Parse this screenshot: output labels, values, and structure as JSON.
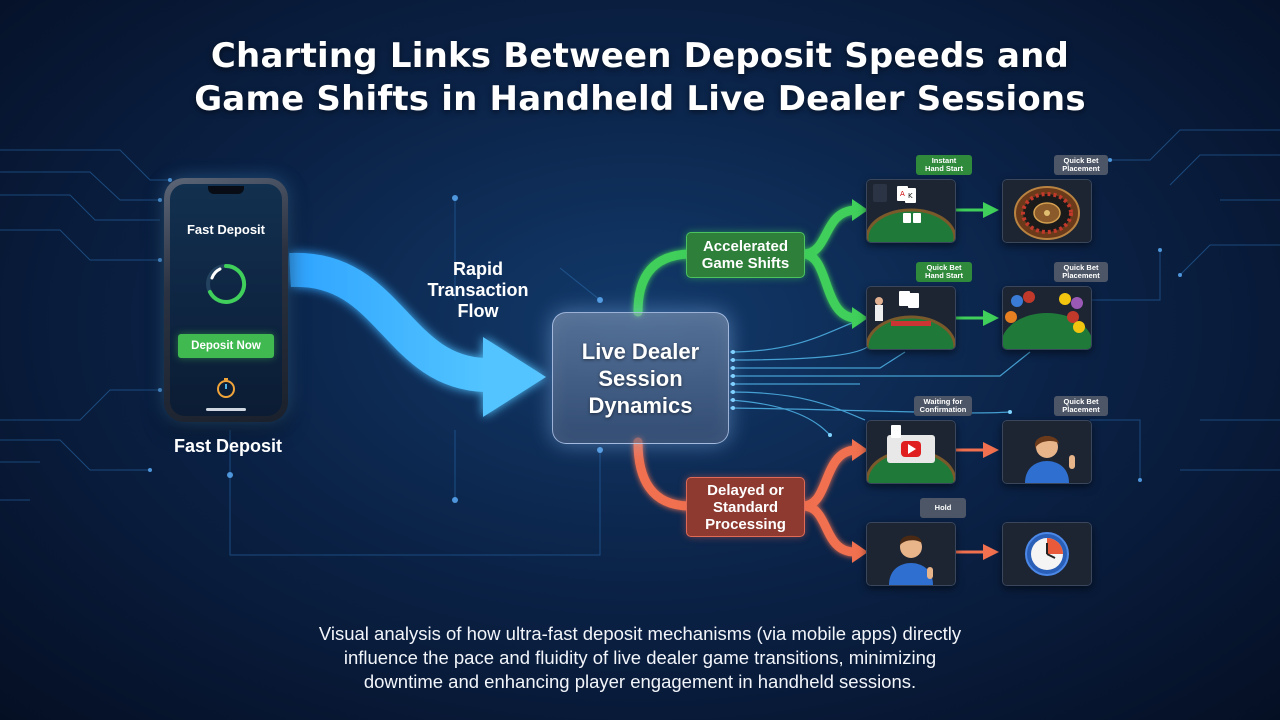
{
  "title": {
    "line1": "Charting Links Between Deposit Speeds and",
    "line2": "Game Shifts in Handheld Live Dealer Sessions"
  },
  "phone": {
    "screen_title": "Fast Deposit",
    "button_label": "Deposit Now",
    "caption": "Fast Deposit",
    "icons": [
      "progress-ring-icon",
      "stopwatch-icon"
    ]
  },
  "flow_label": "Rapid\nTransaction\nFlow",
  "center_label": "Live Dealer\nSession\nDynamics",
  "branches": {
    "accelerated": "Accelerated\nGame Shifts",
    "delayed": "Delayed or\nStandard\nProcessing"
  },
  "bubbles": {
    "instant_hand_start": "Instant\nHand Start",
    "quick_bet_1": "Quick Bet\nPlacement",
    "quick_bet_2": "Quick Bet\nHand Start",
    "quick_bet_3": "Quick Bet\nPlacement",
    "waiting": "Waiting for\nConfirmation",
    "quick_bet_4": "Quick Bet\nPlacement",
    "hold": "Hold"
  },
  "caption": "Visual analysis of how ultra-fast deposit mechanisms (via mobile apps) directly\ninfluence the pace and fluidity of live dealer game transitions, minimizing\ndowntime and enhancing player engagement in handheld sessions.",
  "colors": {
    "accent_green": "#3fcf5a",
    "accent_red": "#f0704f",
    "flow_blue": "#41b6ff",
    "background": "#0b2348"
  }
}
